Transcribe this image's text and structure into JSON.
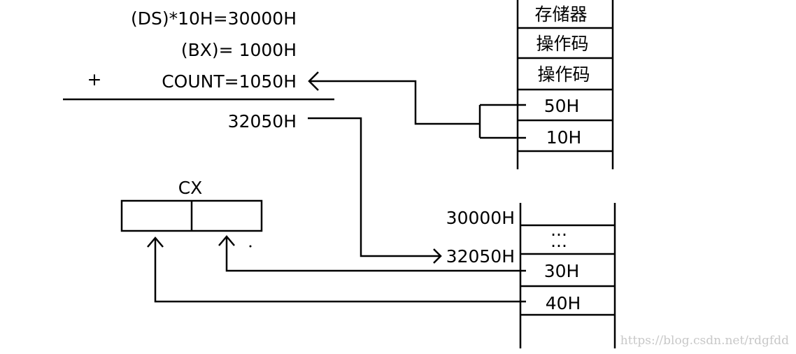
{
  "calc": {
    "line1": "(DS)*10H=30000H",
    "line2": "(BX)= 1000H",
    "plus": "+",
    "line3": "COUNT=1050H",
    "result": "32050H"
  },
  "code_memory": {
    "cells": [
      "存储器",
      "操作码",
      "操作码",
      "50H",
      "10H"
    ]
  },
  "cx_register": {
    "label": "CX"
  },
  "data_memory": {
    "addr_start": "30000H",
    "addr_target": "32050H",
    "dots": [
      "...",
      "..."
    ],
    "cells": [
      "30H",
      "40H"
    ]
  },
  "watermark": "https://blog.csdn.net/rdgfdd"
}
